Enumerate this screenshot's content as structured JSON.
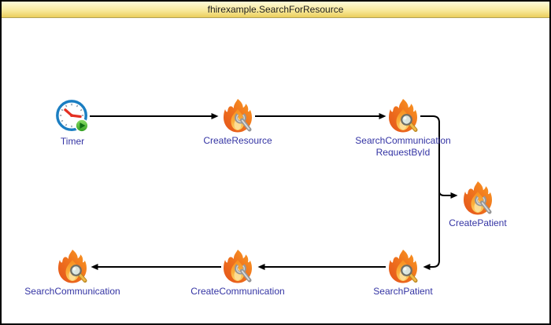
{
  "window": {
    "title": "fhirexample.SearchForResource"
  },
  "diagram": {
    "nodes": [
      {
        "id": "timer",
        "type": "timer",
        "icon": "clock-play-icon",
        "lines": [
          "Timer"
        ]
      },
      {
        "id": "create-resource",
        "type": "flame-wrench",
        "icon": "flame-wrench-icon",
        "lines": [
          "CreateResource"
        ]
      },
      {
        "id": "search-communication-request-by-id",
        "type": "flame-magnifier",
        "icon": "flame-magnifier-icon",
        "lines": [
          "SearchCommunication",
          "RequestById"
        ]
      },
      {
        "id": "create-patient",
        "type": "flame-wrench",
        "icon": "flame-wrench-icon",
        "lines": [
          "CreatePatient"
        ]
      },
      {
        "id": "search-patient",
        "type": "flame-magnifier",
        "icon": "flame-magnifier-icon",
        "lines": [
          "SearchPatient"
        ]
      },
      {
        "id": "create-communication",
        "type": "flame-wrench",
        "icon": "flame-wrench-icon",
        "lines": [
          "CreateCommunication"
        ]
      },
      {
        "id": "search-communication",
        "type": "flame-magnifier",
        "icon": "flame-magnifier-icon",
        "lines": [
          "SearchCommunication"
        ]
      }
    ],
    "edges": [
      {
        "from": "timer",
        "to": "create-resource"
      },
      {
        "from": "create-resource",
        "to": "search-communication-request-by-id"
      },
      {
        "from": "search-communication-request-by-id",
        "to": "create-patient"
      },
      {
        "from": "create-patient",
        "to": "search-patient"
      },
      {
        "from": "search-patient",
        "to": "create-communication"
      },
      {
        "from": "create-communication",
        "to": "search-communication"
      }
    ],
    "colors": {
      "titlebar_top": "#fefbda",
      "titlebar_bottom": "#ebce5c",
      "title_text": "#1c1c1c",
      "node_label": "#3434a4",
      "edge": "#000000",
      "flame_outer": "#ea5b1d",
      "flame_bright": "#f9971f",
      "flame_inner": "#fcd36b",
      "clock_ring": "#1b7ec2",
      "clock_hands": "#e43022",
      "play_badge": "#2f9e1e",
      "window_border": "#000000"
    }
  }
}
